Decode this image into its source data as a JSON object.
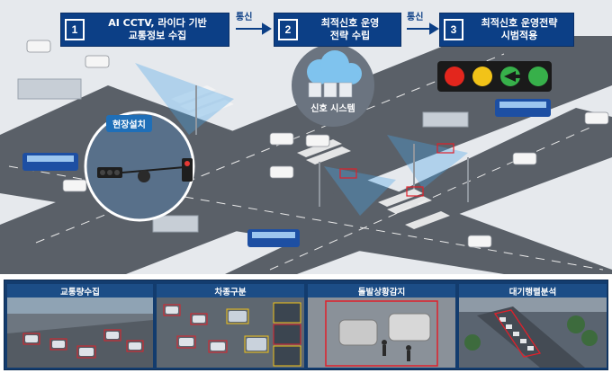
{
  "steps": [
    {
      "num": "1",
      "line1": "AI CCTV, 라이다 기반",
      "line2": "교통정보 수집"
    },
    {
      "num": "2",
      "line1": "최적신호 운영",
      "line2": "전략 수립"
    },
    {
      "num": "3",
      "line1": "최적신호 운영전략",
      "line2": "시범적용"
    }
  ],
  "links": [
    "통신",
    "통신"
  ],
  "signal_system_label": "신호 시스템",
  "site_install_label": "현장설치",
  "panels": [
    {
      "title": "교통량수집"
    },
    {
      "title": "차종구분"
    },
    {
      "title": "돌발상황감지"
    },
    {
      "title": "대기행렬분석"
    }
  ],
  "colors": {
    "step_bg": "#0c3f86",
    "detect_box": "#e0202a",
    "beam": "#4aa6e8"
  }
}
